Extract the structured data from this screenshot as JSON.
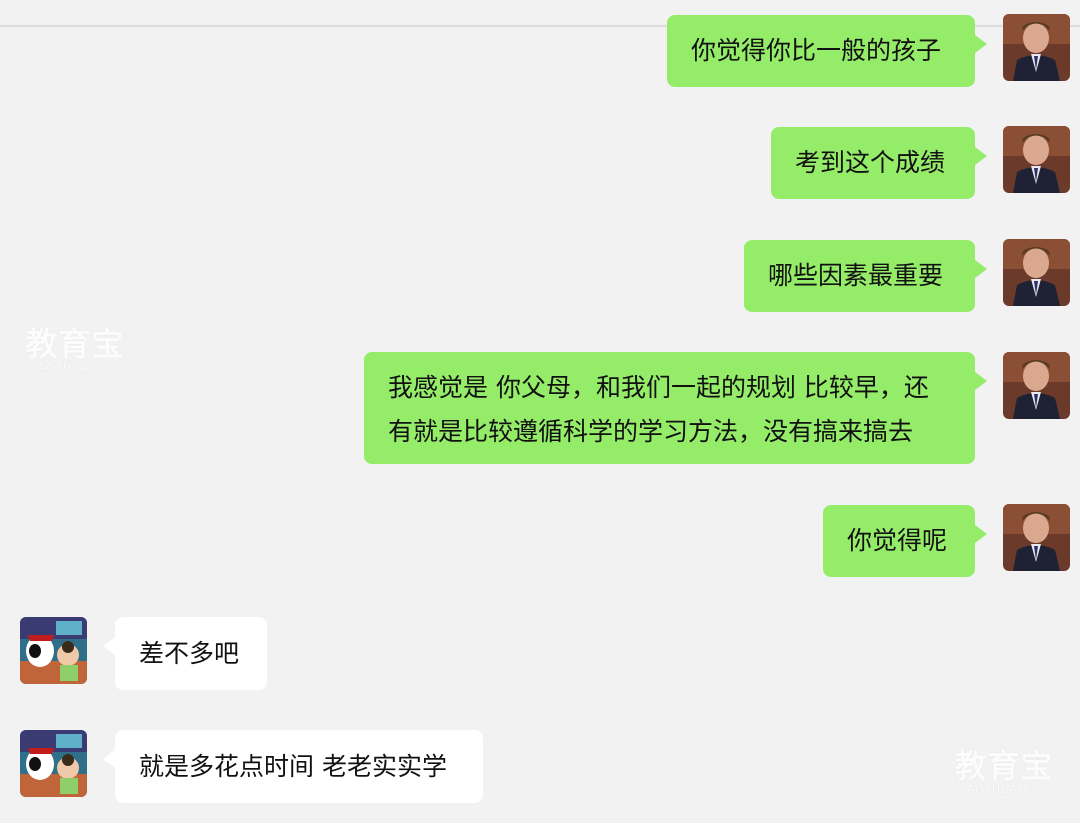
{
  "colors": {
    "outgoing_bubble": "#95ec69",
    "incoming_bubble": "#ffffff",
    "background": "#f2f2f2"
  },
  "messages": [
    {
      "side": "out",
      "lines": [
        "你觉得你比一般的孩子"
      ],
      "avatar": "boy-in-uniform-avatar"
    },
    {
      "side": "out",
      "lines": [
        "考到这个成绩"
      ],
      "avatar": "boy-in-uniform-avatar"
    },
    {
      "side": "out",
      "lines": [
        "哪些因素最重要"
      ],
      "avatar": "boy-in-uniform-avatar"
    },
    {
      "side": "out",
      "lines": [
        "我感觉是 你父母，和我们一起的规划 比较早，还",
        "有就是比较遵循科学的学习方法，没有搞来搞去"
      ],
      "avatar": "boy-in-uniform-avatar"
    },
    {
      "side": "out",
      "lines": [
        "你觉得呢"
      ],
      "avatar": "boy-in-uniform-avatar"
    },
    {
      "side": "in",
      "lines": [
        "差不多吧"
      ],
      "avatar": "cartoon-characters-avatar"
    },
    {
      "side": "in",
      "lines": [
        "就是多花点时间 老老实实学"
      ],
      "avatar": "cartoon-characters-avatar"
    }
  ],
  "watermark": {
    "brand": "教育宝",
    "domain": "JIAOYUBAO.CN"
  }
}
